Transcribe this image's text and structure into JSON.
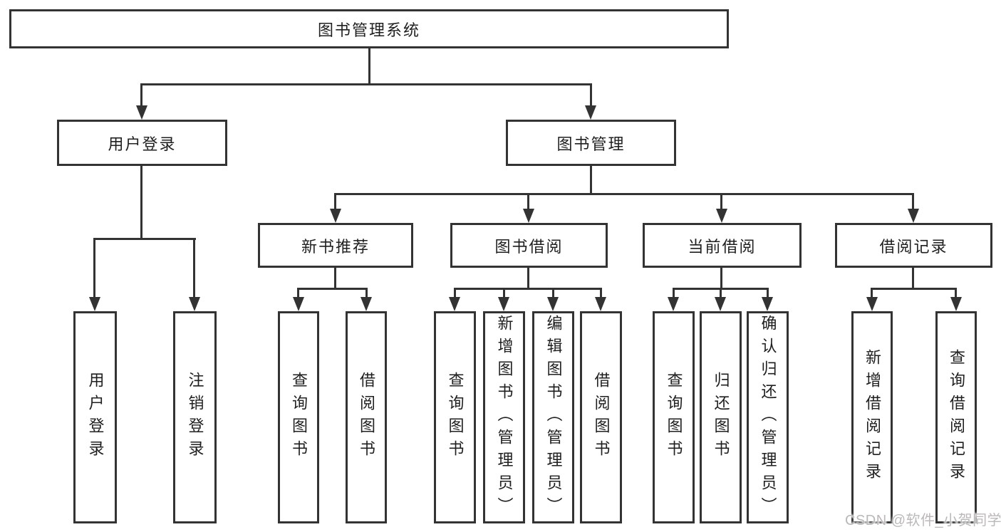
{
  "diagram_title": "图书管理系统",
  "tree": {
    "root": {
      "label": "图书管理系统"
    },
    "branches": [
      {
        "label": "用户登录",
        "children": [
          {
            "label": "用户登录"
          },
          {
            "label": "注销登录"
          }
        ]
      },
      {
        "label": "图书管理",
        "children": [
          {
            "label": "新书推荐",
            "children": [
              {
                "label": "查询图书"
              },
              {
                "label": "借阅图书"
              }
            ]
          },
          {
            "label": "图书借阅",
            "children": [
              {
                "label": "查询图书"
              },
              {
                "label": "新增图书（管理员）"
              },
              {
                "label": "编辑图书（管理员）"
              },
              {
                "label": "借阅图书"
              }
            ]
          },
          {
            "label": "当前借阅",
            "children": [
              {
                "label": "查询图书"
              },
              {
                "label": "归还图书"
              },
              {
                "label": "确认归还（管理员）"
              }
            ]
          },
          {
            "label": "借阅记录",
            "children": [
              {
                "label": "新增借阅记录"
              },
              {
                "label": "查询借阅记录"
              }
            ]
          }
        ]
      }
    ]
  },
  "watermark": {
    "text": "CSDN @软件_小贺同学",
    "color": "#bcb8b8"
  },
  "colors": {
    "line": "#333333",
    "box_border": "#333333",
    "text": "#1f1f1f",
    "background": "#ffffff"
  }
}
